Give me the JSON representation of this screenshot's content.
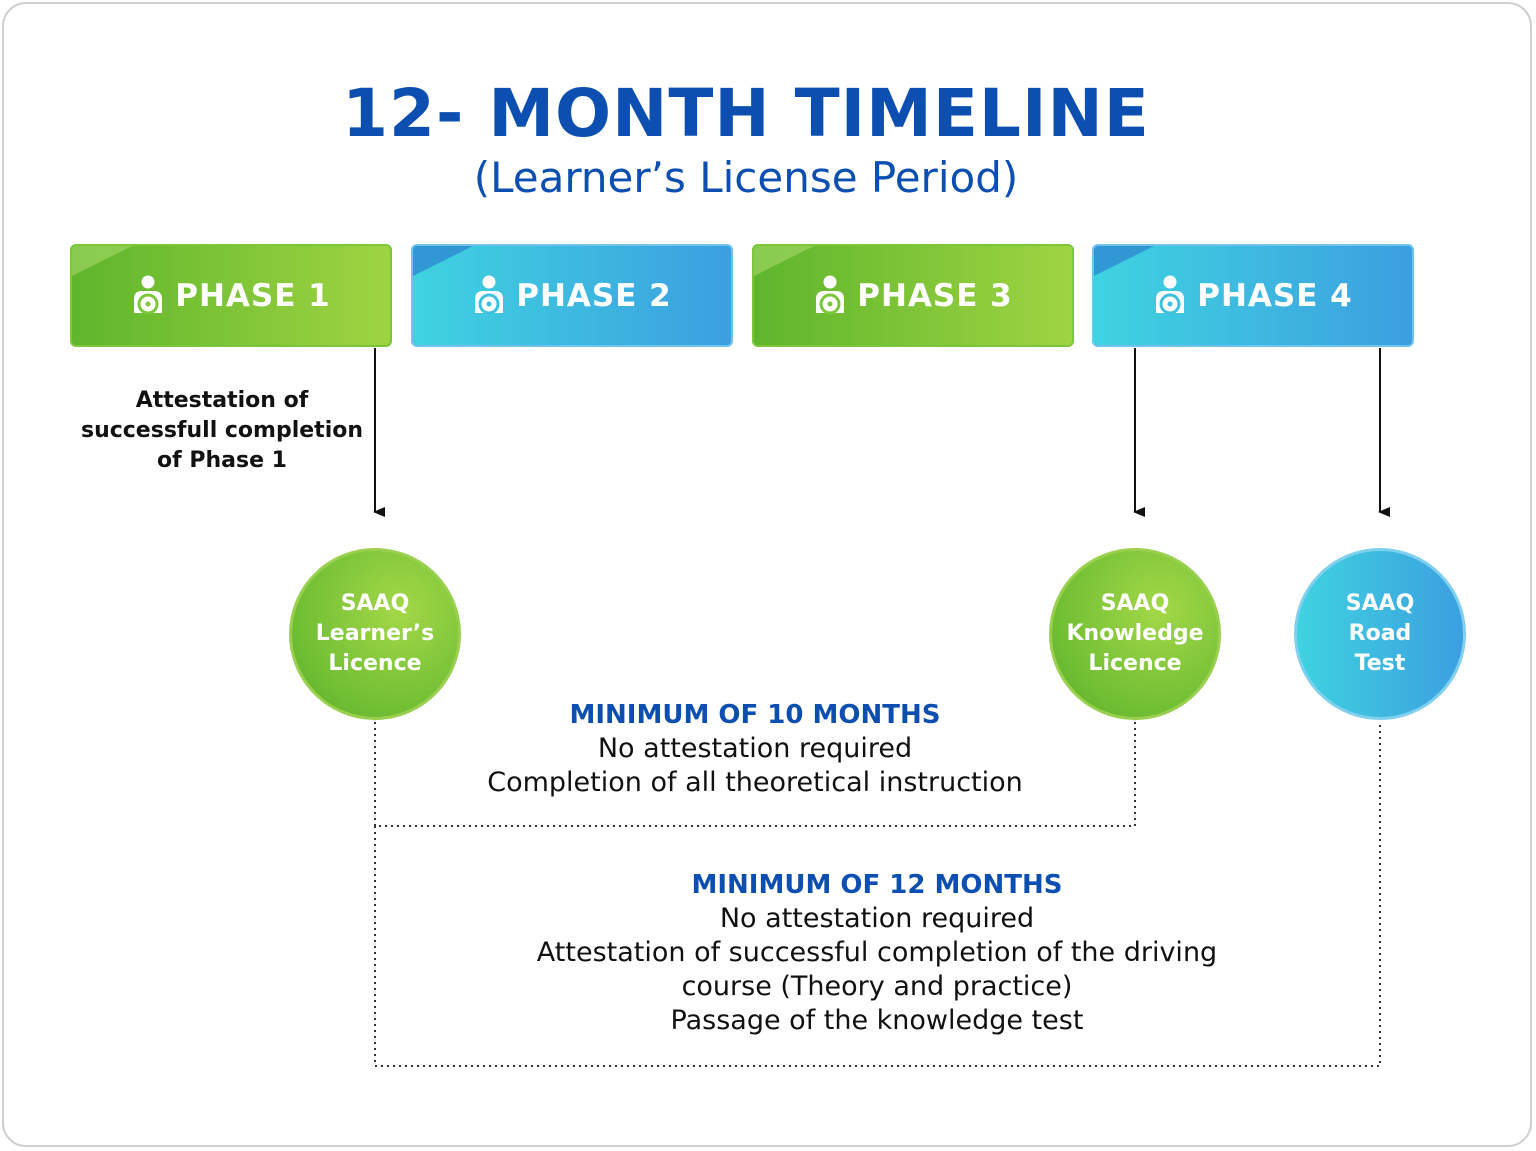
{
  "title": "12- MONTH TIMELINE",
  "subtitle": "(Learner’s License Period)",
  "phases": [
    {
      "label": "PHASE 1",
      "color": "green"
    },
    {
      "label": "PHASE 2",
      "color": "blue"
    },
    {
      "label": "PHASE 3",
      "color": "green"
    },
    {
      "label": "PHASE 4",
      "color": "blue"
    }
  ],
  "phase1_note": "Attestation of successfull completion of Phase 1",
  "milestones": [
    {
      "label": "SAAQ\nLearner’s\nLicence",
      "color": "green"
    },
    {
      "label": "SAAQ\nKnowledge\nLicence",
      "color": "green"
    },
    {
      "label": "SAAQ\nRoad\nTest",
      "color": "blue"
    }
  ],
  "requirement_10": {
    "heading": "MINIMUM OF 10 MONTHS",
    "lines": [
      "No attestation required",
      "Completion of all theoretical instruction"
    ]
  },
  "requirement_12": {
    "heading": "MINIMUM OF 12 MONTHS",
    "lines": [
      "No attestation required",
      "Attestation of successful completion of the driving",
      "course (Theory and practice)",
      "Passage of the knowledge test"
    ]
  },
  "colors": {
    "title_blue": "#0d4fb0",
    "green_start": "#5fb52c",
    "green_end": "#9fd443",
    "blue_start": "#3fd3e0",
    "blue_end": "#3c9fe0"
  },
  "icons": {
    "phase": "driver-steering-wheel-icon"
  }
}
